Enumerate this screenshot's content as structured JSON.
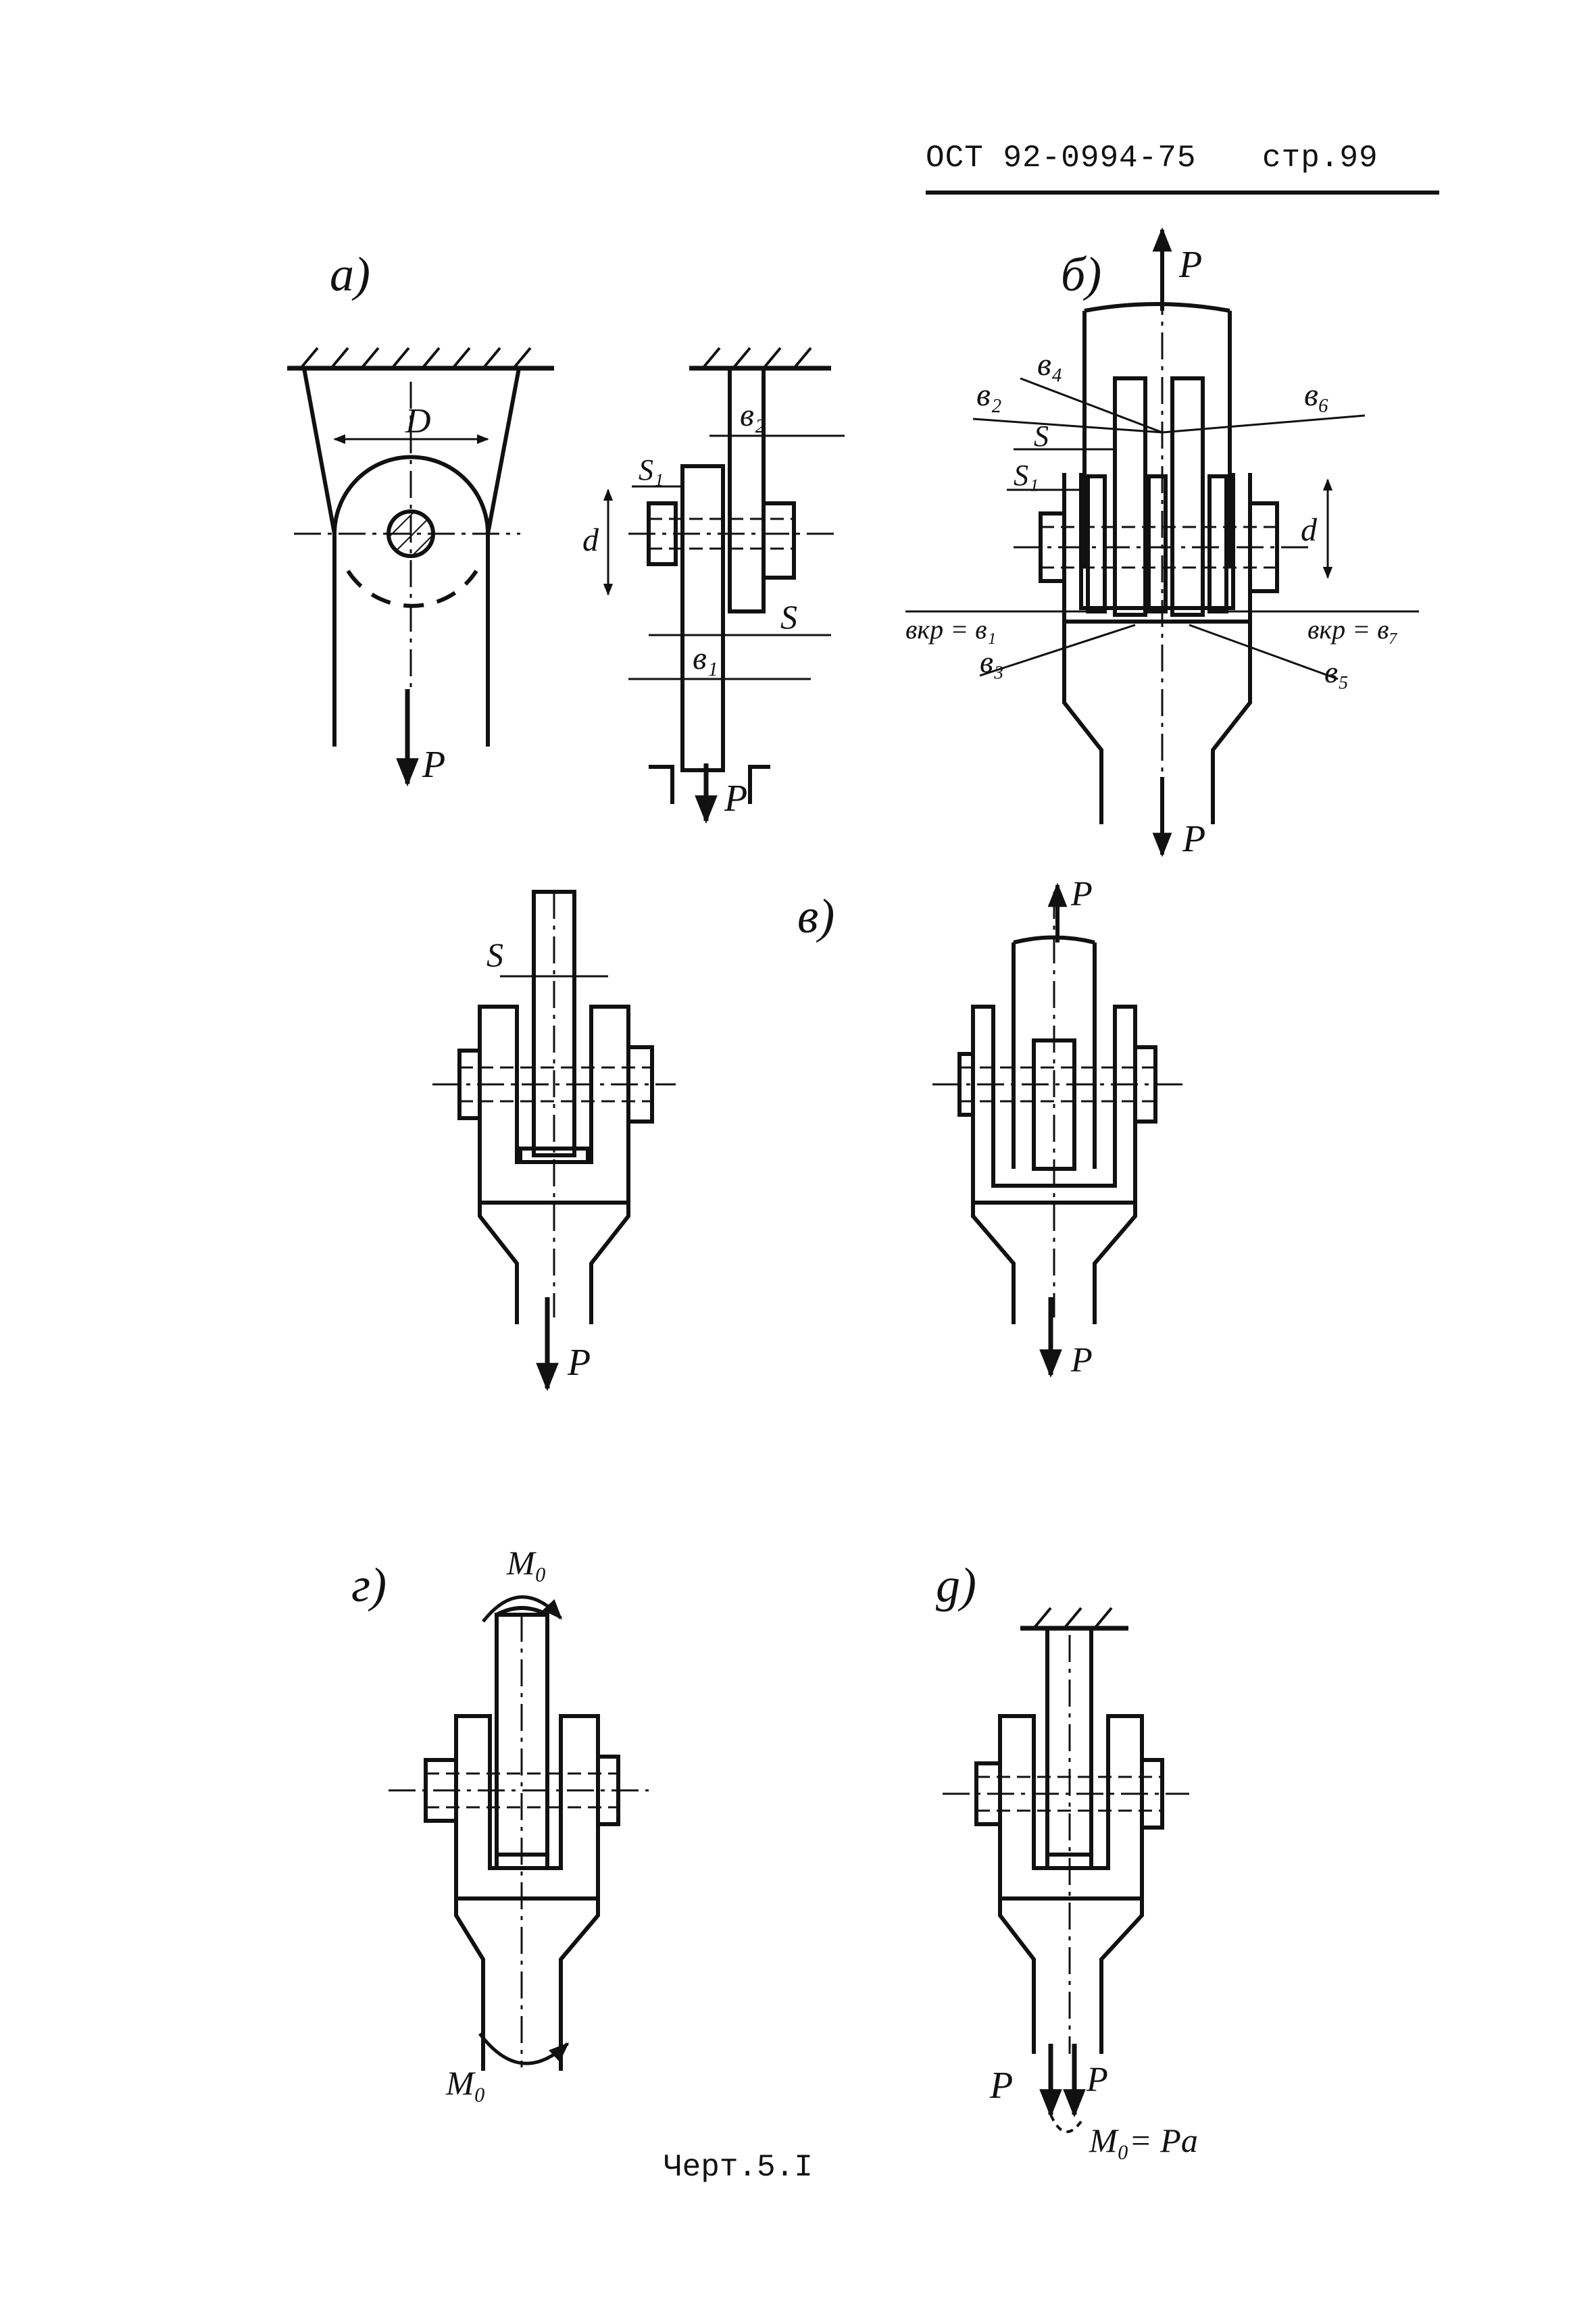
{
  "header": {
    "standard": "ОСТ 92-0994-75",
    "page": "стр.99"
  },
  "caption": "Черт.5.I",
  "views": {
    "a": {
      "letter": "а)",
      "labels": {
        "diameter": "D",
        "s1": "S₁",
        "d": "d",
        "b2": "в₂",
        "s": "S",
        "b1": "в₁",
        "force_top": "P",
        "force_bottom": "P"
      }
    },
    "b": {
      "letter": "б)",
      "labels": {
        "force_top": "P",
        "force_bottom": "P",
        "b4": "в₄",
        "b2": "в₂",
        "b6": "в₆",
        "s": "S",
        "s1": "S₁",
        "d": "d",
        "bkr_b1": "вкр = в₁",
        "b3": "в₃",
        "bkr_b7": "вкр = в₇",
        "b5": "в₅"
      }
    },
    "v": {
      "letter": "в)",
      "labels": {
        "s": "S",
        "force_left_bottom": "P",
        "force_right_top": "P",
        "force_right_bottom": "P"
      }
    },
    "g": {
      "letter": "г)",
      "labels": {
        "moment_top": "M₀",
        "moment_bottom": "M₀"
      }
    },
    "d": {
      "letter": "g)",
      "labels": {
        "force_left": "P",
        "force_right": "P",
        "moment_eq": "M₀= Pa"
      }
    }
  }
}
